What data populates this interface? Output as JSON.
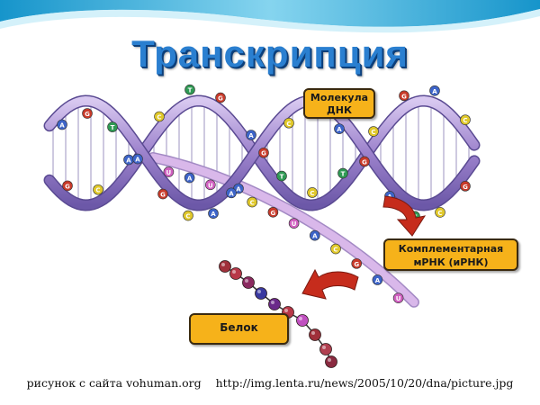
{
  "title": "Транскрипция",
  "labels": {
    "dna": [
      "Молекула",
      "ДНК"
    ],
    "mrna": [
      "Комплементарная",
      "мРНК (иРНК)"
    ],
    "protein": "Белок"
  },
  "bases": {
    "upper_strand": [
      "A",
      "G",
      "T",
      "A",
      "G",
      "C",
      "A",
      "A",
      "G",
      "C",
      "T",
      "A",
      "G",
      "A",
      "T",
      "C",
      "G"
    ],
    "lower_strand": [
      "G",
      "C",
      "A",
      "C",
      "T",
      "G",
      "A",
      "T",
      "C",
      "T",
      "C",
      "G",
      "A",
      "C"
    ],
    "mrna": [
      "U",
      "A",
      "U",
      "A",
      "C",
      "G",
      "U",
      "A",
      "C",
      "G",
      "A",
      "U"
    ]
  },
  "colors": {
    "title": "#2a7fd0",
    "callout": "#f6b21a",
    "strand": "#b49ad8",
    "mrna_strand": "#d9b8ea",
    "arrow": "#c62c1c",
    "base_A": "#3d64c8",
    "base_T": "#2f9a54",
    "base_G": "#c83a2a",
    "base_C": "#e0c82a",
    "base_U": "#d060c0"
  },
  "caption": {
    "source": "рисунок с сайта vohuman.org",
    "url": "http://img.lenta.ru/news/2005/10/20/dna/picture.jpg"
  }
}
